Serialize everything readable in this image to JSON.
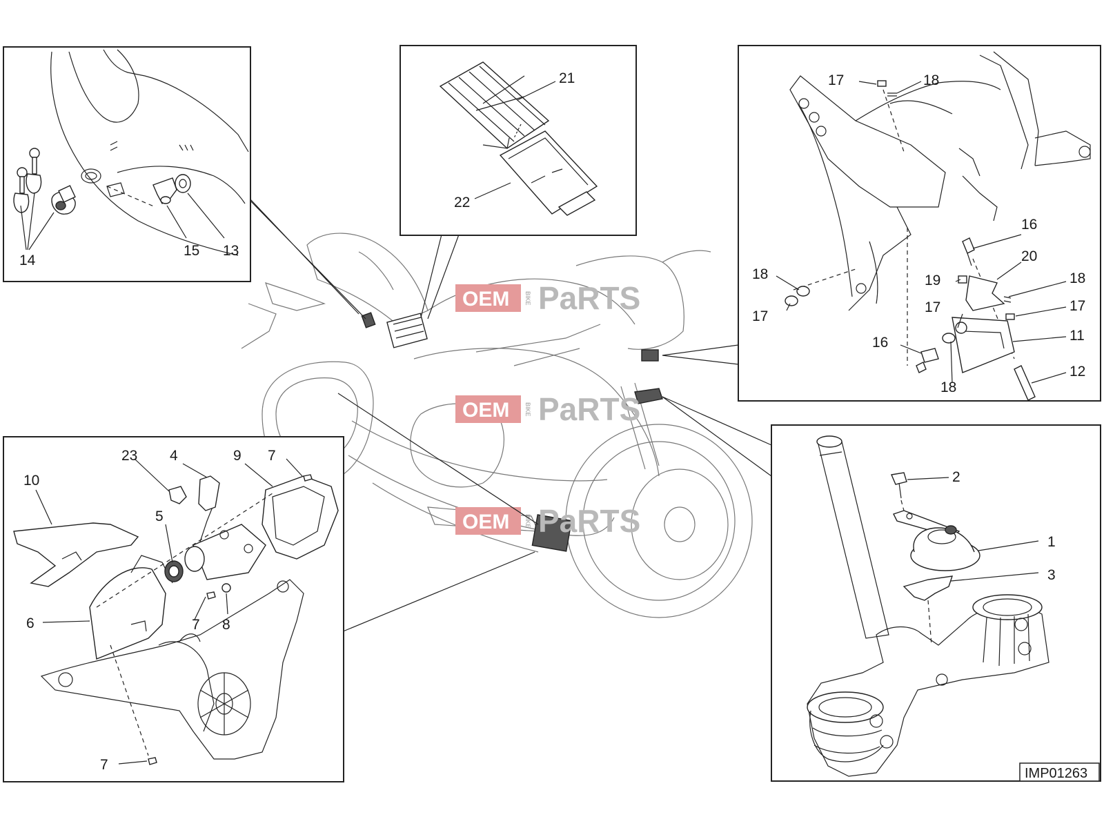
{
  "diagram": {
    "reference_code": "IMP01263",
    "watermark": {
      "oem": "OEM",
      "bike": "BIKE",
      "parts": "PaRTS"
    },
    "panels": {
      "rear_keys": {
        "labels": [
          "14",
          "15",
          "13"
        ]
      },
      "ecu": {
        "labels": [
          "21",
          "22"
        ]
      },
      "headlight_bracket": {
        "labels": [
          "17",
          "18",
          "16",
          "18",
          "20",
          "17",
          "19",
          "18",
          "17",
          "17",
          "11",
          "16",
          "18",
          "12"
        ]
      },
      "exhaust_valve": {
        "labels": [
          "23",
          "4",
          "9",
          "7",
          "10",
          "5",
          "6",
          "7",
          "8",
          "7"
        ]
      },
      "horn": {
        "labels": [
          "2",
          "1",
          "3"
        ]
      }
    }
  }
}
